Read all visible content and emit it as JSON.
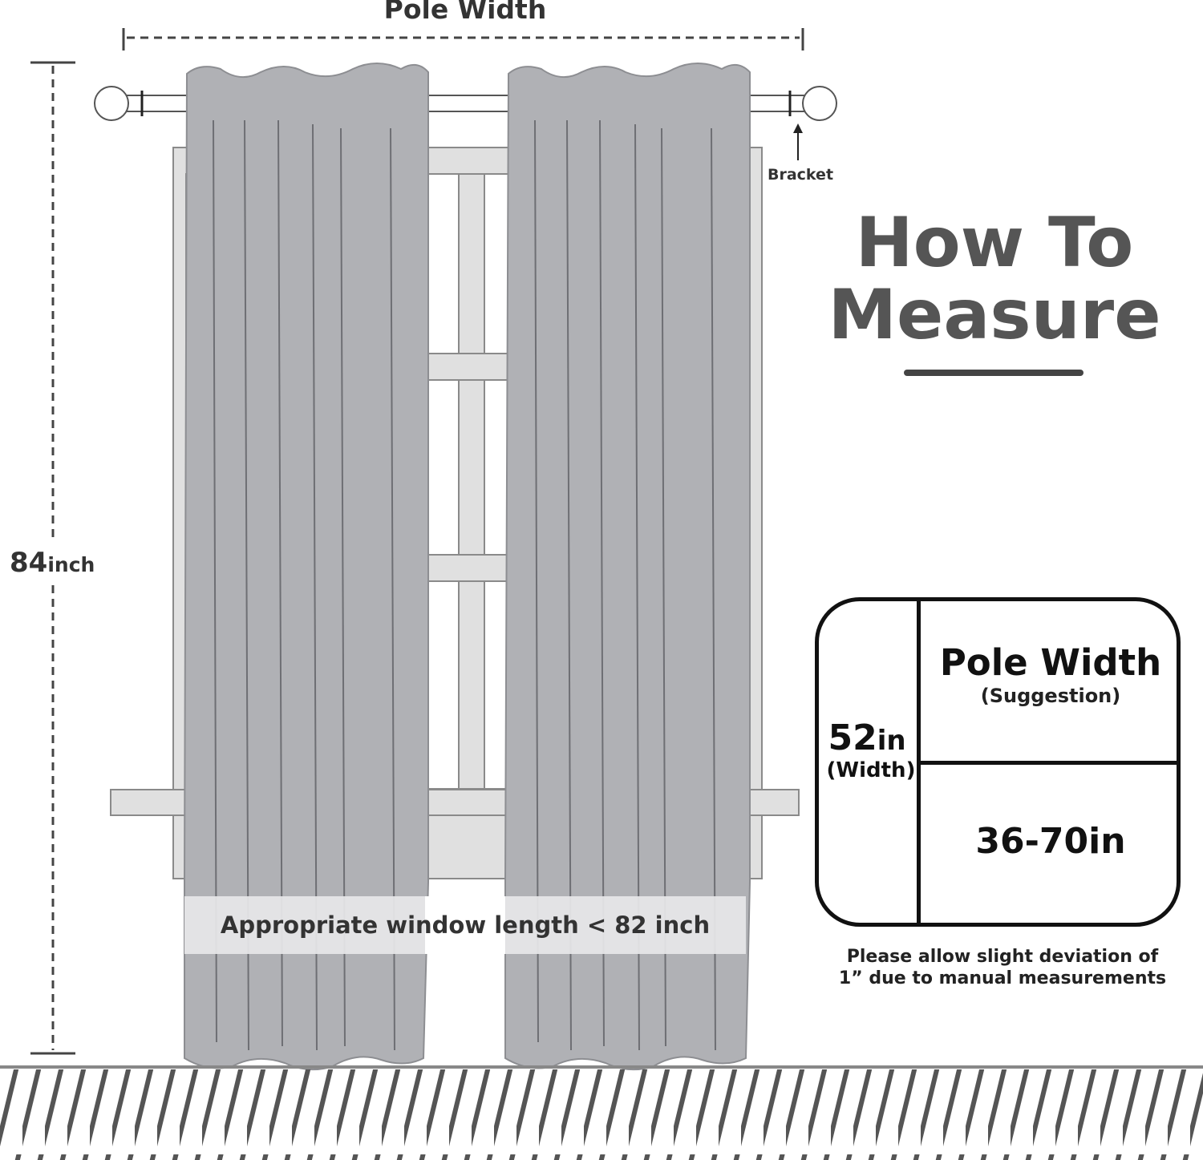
{
  "header": {
    "pole_width_label": "Pole Width"
  },
  "diagram": {
    "bracket_label": "Bracket",
    "height_value": "84",
    "height_unit": "inch",
    "window_band_text": "Appropriate window length < 82 inch"
  },
  "title": {
    "line1": "How To",
    "line2": "Measure"
  },
  "size_card": {
    "width_value": "52",
    "width_unit": "in",
    "width_caption": "(Width)",
    "pole_width_title": "Pole Width",
    "pole_width_caption": "(Suggestion)",
    "pole_width_value": "36-70in"
  },
  "note": {
    "line1": "Please allow slight deviation of",
    "line2": "1” due to manual measurements"
  },
  "colors": {
    "curtain": "#b0b1b5",
    "curtain_outline": "#8d8e92",
    "window_frame": "#e0e0e0",
    "window_outline": "#8a8a8a",
    "floor_stripes": "#555555",
    "band": "#e6e6e8",
    "title_text": "#555555"
  }
}
